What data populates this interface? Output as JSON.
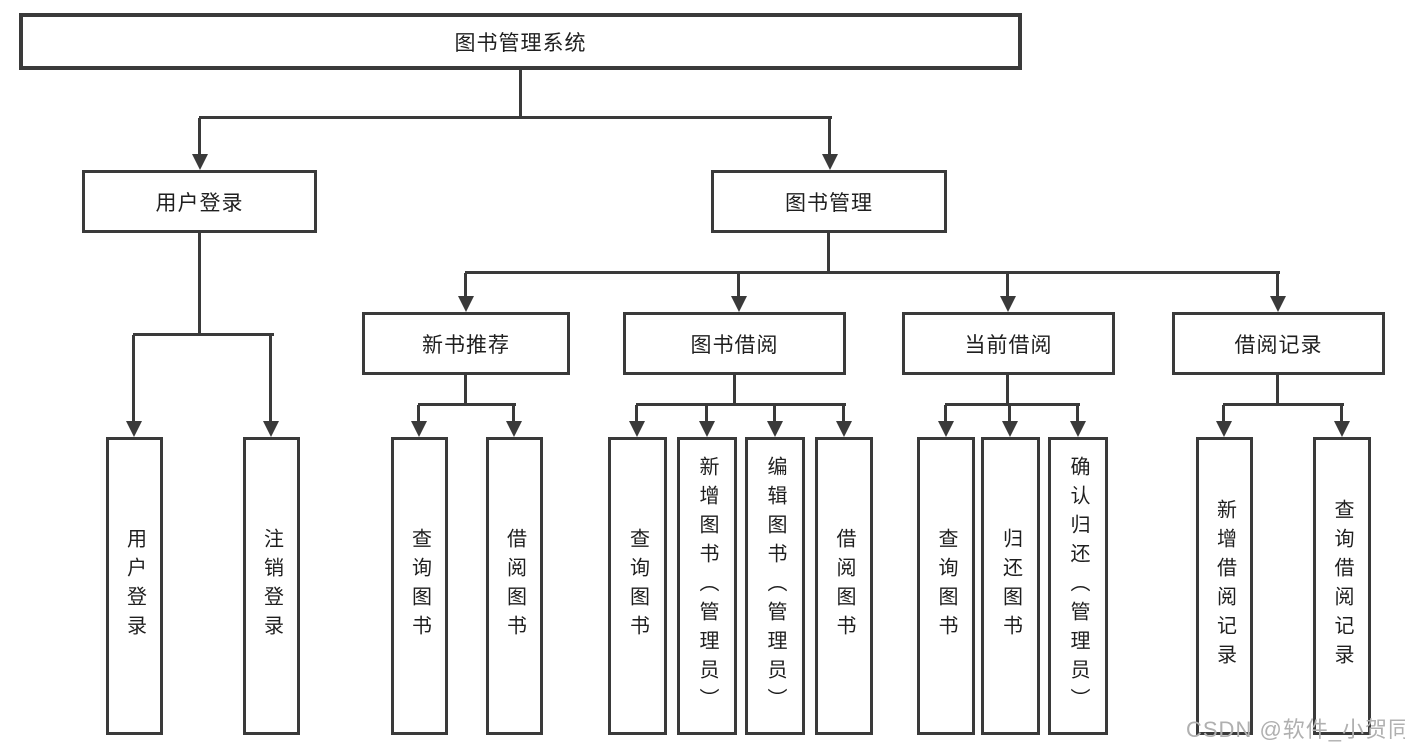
{
  "colors": {
    "background": "#ffffff",
    "line": "#3a3a3a",
    "box_border": "#3a3a3a",
    "box_fill": "#ffffff",
    "text": "#1f1f1f",
    "watermark": "#b0b0b0"
  },
  "watermark": {
    "text": "CSDN @软件_小贺同学"
  },
  "tree": {
    "root": {
      "label": "图书管理系统",
      "children": [
        {
          "label": "用户登录",
          "children": [
            {
              "label": "用户登录"
            },
            {
              "label": "注销登录"
            }
          ]
        },
        {
          "label": "图书管理",
          "children": [
            {
              "label": "新书推荐",
              "children": [
                {
                  "label": "查询图书"
                },
                {
                  "label": "借阅图书"
                }
              ]
            },
            {
              "label": "图书借阅",
              "children": [
                {
                  "label": "查询图书"
                },
                {
                  "label": "新增图书（管理员）"
                },
                {
                  "label": "编辑图书（管理员）"
                },
                {
                  "label": "借阅图书"
                }
              ]
            },
            {
              "label": "当前借阅",
              "children": [
                {
                  "label": "查询图书"
                },
                {
                  "label": "归还图书"
                },
                {
                  "label": "确认归还（管理员）"
                }
              ]
            },
            {
              "label": "借阅记录",
              "children": [
                {
                  "label": "新增借阅记录"
                },
                {
                  "label": "查询借阅记录"
                }
              ]
            }
          ]
        }
      ]
    }
  }
}
